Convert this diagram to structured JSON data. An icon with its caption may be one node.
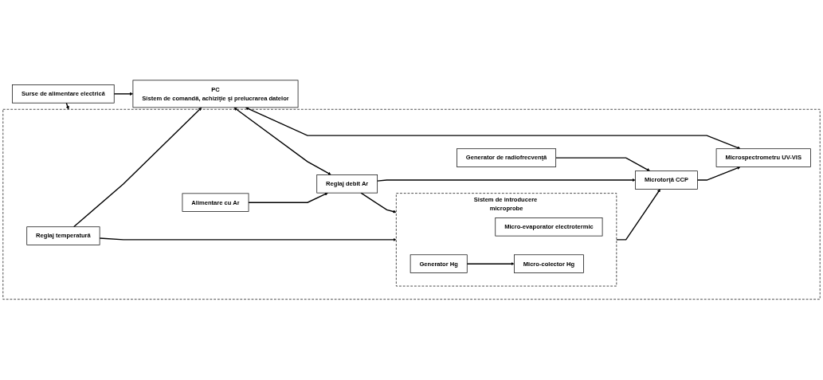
{
  "diagram": {
    "nodes": [
      {
        "text": [
          "PC",
          "Sistem de comandă, achiziţie şi prelucrarea datelor"
        ]
      },
      {
        "text": [
          "Surse de alimentare electrică"
        ]
      },
      {
        "text": [],
        "shape": "box"
      },
      {
        "text": [
          "Microspectrometru UV-VIS"
        ],
        "in": 2
      },
      {
        "text": [
          "Microtorţă CCP"
        ],
        "in": 2
      },
      {
        "text": [
          "Generator de radiofrecvenţă"
        ],
        "in": 2
      },
      {
        "text": [
          "Reglaj debit Ar"
        ],
        "in": 2
      },
      {
        "text": [
          "Sistem de introducere microprobe"
        ],
        "in": 2
      },
      {
        "text": [
          "Alimentare cu Ar"
        ],
        "in": 2
      },
      {
        "text": [
          "Micro-evaporator electrotermic"
        ],
        "in": 7
      },
      {
        "text": [
          "Micro-colector Hg"
        ],
        "in": 7
      },
      {
        "text": [
          "Generator Hg"
        ],
        "in": 7
      },
      {
        "text": [
          "Reglaj temperatură"
        ],
        "in": 2
      }
    ],
    "edges": [
      {
        "from": 0,
        "to": 3,
        "arrow": "both"
      },
      {
        "from": 4,
        "to": 3,
        "arrow": "to"
      },
      {
        "from": 5,
        "to": 4,
        "arrow": "to"
      },
      {
        "from": 6,
        "to": 4,
        "arrow": "to"
      },
      {
        "from": 7,
        "to": 4,
        "arrow": "to"
      },
      {
        "from": 0,
        "to": 6,
        "arrow": "both"
      },
      {
        "from": 6,
        "to": 7,
        "arrow": "to"
      },
      {
        "from": 8,
        "to": 6,
        "arrow": "to"
      },
      {
        "from": 12,
        "to": 0,
        "arrow": "to"
      },
      {
        "from": 12,
        "to": 7,
        "arrow": "to"
      },
      {
        "from": 11,
        "to": 10,
        "arrow": "to"
      },
      {
        "from": 1,
        "to": 0,
        "arrow": "to"
      },
      {
        "from": 1,
        "to": 2,
        "arrow": "to"
      }
    ]
  }
}
